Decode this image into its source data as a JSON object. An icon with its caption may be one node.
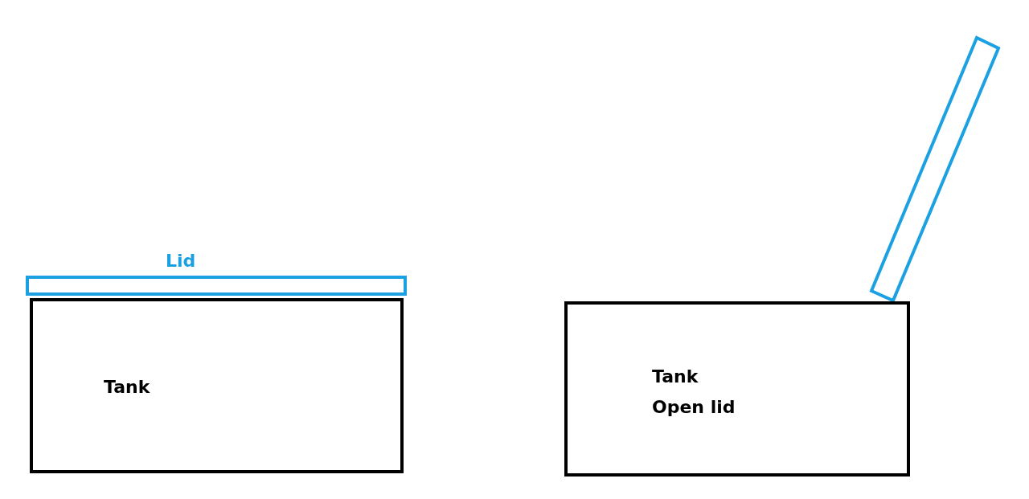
{
  "diagram": {
    "nodes": [
      {
        "text": [
          "Lid"
        ]
      },
      {
        "text": [
          "Tank"
        ]
      },
      {
        "text": [],
        "shape": "bar"
      },
      {
        "text": [
          "Tank",
          "Open lid"
        ]
      }
    ]
  }
}
